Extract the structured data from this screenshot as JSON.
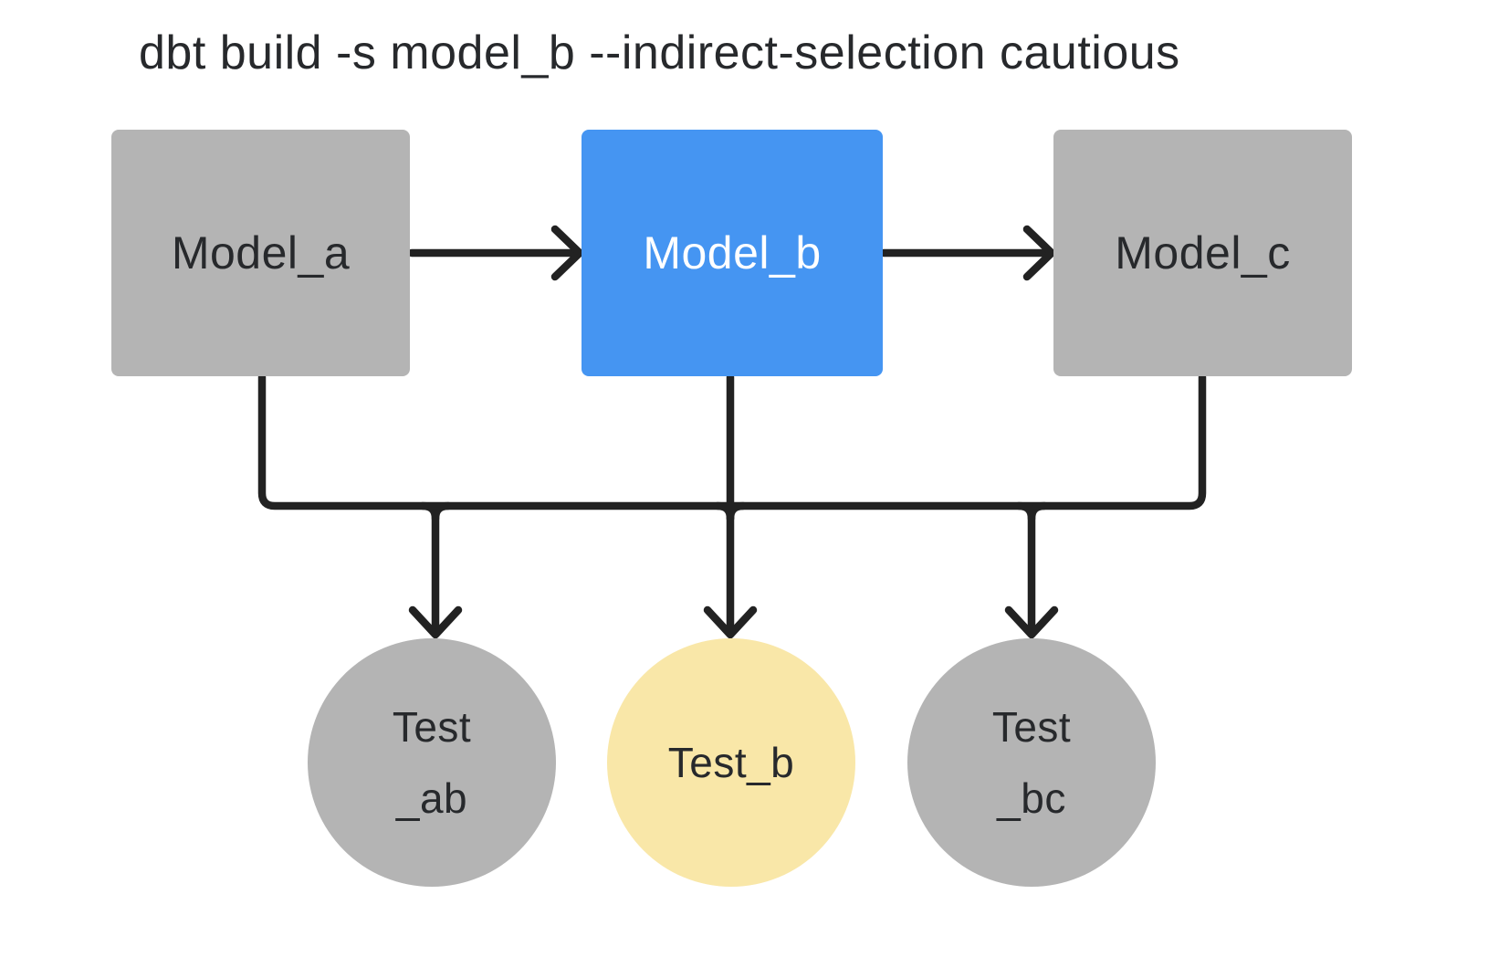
{
  "title": "dbt build -s model_b --indirect-selection cautious",
  "colors": {
    "model_default": "#b4b4b4",
    "model_selected": "#4595f2",
    "test_default": "#b4b4b4",
    "test_indirect": "#f9e7a8",
    "line": "#222222",
    "text_dark": "#27292c",
    "text_light": "#ffffff",
    "background": "#ffffff"
  },
  "models": [
    {
      "id": "model_a",
      "label": "Model_a",
      "state": "default"
    },
    {
      "id": "model_b",
      "label": "Model_b",
      "state": "selected"
    },
    {
      "id": "model_c",
      "label": "Model_c",
      "state": "default"
    }
  ],
  "tests": [
    {
      "id": "test_ab",
      "line1": "Test",
      "line2": "_ab",
      "state": "default"
    },
    {
      "id": "test_b",
      "line1": "Test_b",
      "line2": "",
      "state": "indirect"
    },
    {
      "id": "test_bc",
      "line1": "Test",
      "line2": "_bc",
      "state": "default"
    }
  ],
  "edges": [
    {
      "from": "model_a",
      "to": "model_b"
    },
    {
      "from": "model_b",
      "to": "model_c"
    },
    {
      "from": "model_a",
      "to": "test_ab"
    },
    {
      "from": "model_b",
      "to": "test_ab"
    },
    {
      "from": "model_b",
      "to": "test_b"
    },
    {
      "from": "model_b",
      "to": "test_bc"
    },
    {
      "from": "model_c",
      "to": "test_bc"
    }
  ]
}
